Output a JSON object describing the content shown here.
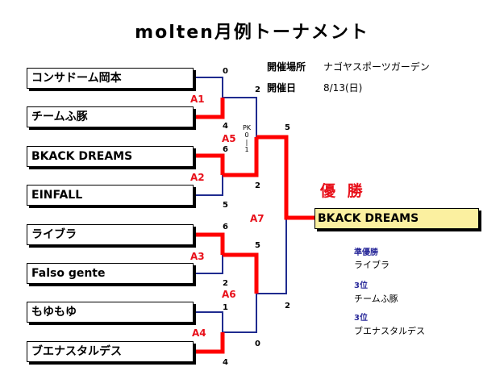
{
  "title": "molten月例トーナメント",
  "info": {
    "venue_label": "開催場所",
    "venue": "ナゴヤスポーツガーデン",
    "date_label": "開催日",
    "date": "8/13(日)"
  },
  "teams": [
    {
      "name": "コンサドーム岡本",
      "score": "0"
    },
    {
      "name": "チームふ豚",
      "score": "4"
    },
    {
      "name": "BKACK DREAMS",
      "score": "6"
    },
    {
      "name": "EINFALL",
      "score": "5"
    },
    {
      "name": "ライブラ",
      "score": "6"
    },
    {
      "name": "Falso gente",
      "score": "2"
    },
    {
      "name": "もゆもゆ",
      "score": "1"
    },
    {
      "name": "ブエナスタルデス",
      "score": "4"
    }
  ],
  "matches": {
    "A1": "A1",
    "A2": "A2",
    "A3": "A3",
    "A4": "A4",
    "A5": "A5",
    "A6": "A6",
    "A7": "A7"
  },
  "semis": {
    "A1_winner_score": "2",
    "A2_winner_score": "2",
    "A3_winner_score": "5",
    "A4_winner_score": "0",
    "pk_label": "PK",
    "pk_top": "0",
    "pk_sep": "|",
    "pk_bottom": "1"
  },
  "final": {
    "top_score": "5",
    "bottom_score": "2"
  },
  "champion": {
    "label": "優 勝",
    "team": "BKACK DREAMS"
  },
  "results": [
    {
      "label": "準優勝",
      "team": "ライブラ"
    },
    {
      "label": "3位",
      "team": "チームふ豚"
    },
    {
      "label": "3位",
      "team": "ブエナスタルデス"
    }
  ],
  "colors": {
    "winner_line": "#ff0000",
    "loser_line": "#1f2b8f",
    "winner_box": "#fbf0a0",
    "match_label": "#e8101a"
  }
}
